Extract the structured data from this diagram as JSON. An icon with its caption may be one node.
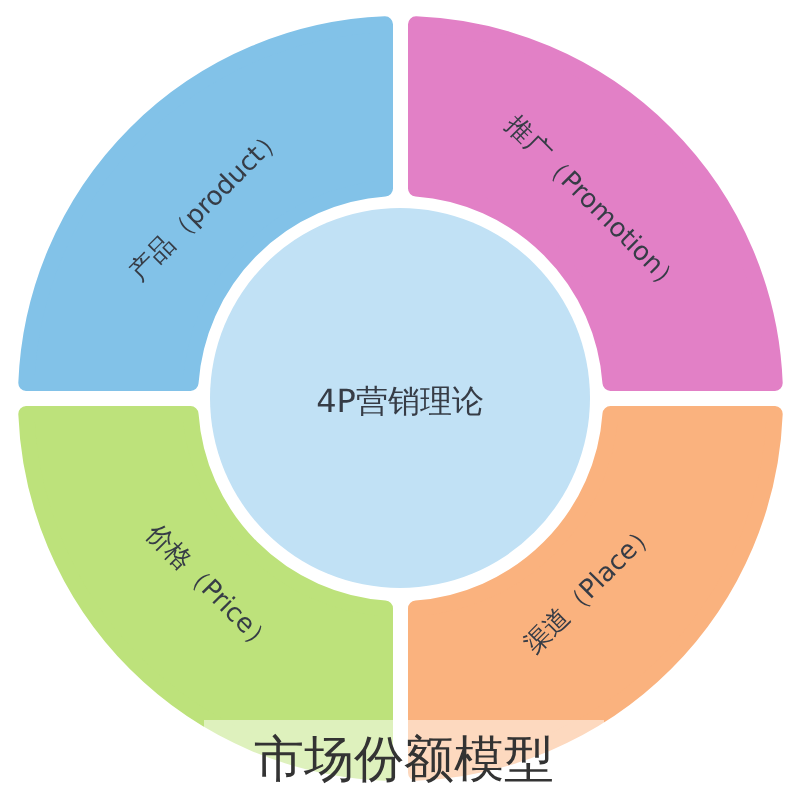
{
  "diagram": {
    "caption": "市场份额模型",
    "nodes": [
      {
        "text": [
          "产品（product）"
        ]
      },
      {
        "text": [
          "推广（Promotion）"
        ]
      },
      {
        "text": [
          "4P营销理论"
        ]
      },
      {
        "text": [
          "价格（Price）"
        ]
      },
      {
        "text": [
          "渠道（Place）"
        ]
      }
    ]
  }
}
